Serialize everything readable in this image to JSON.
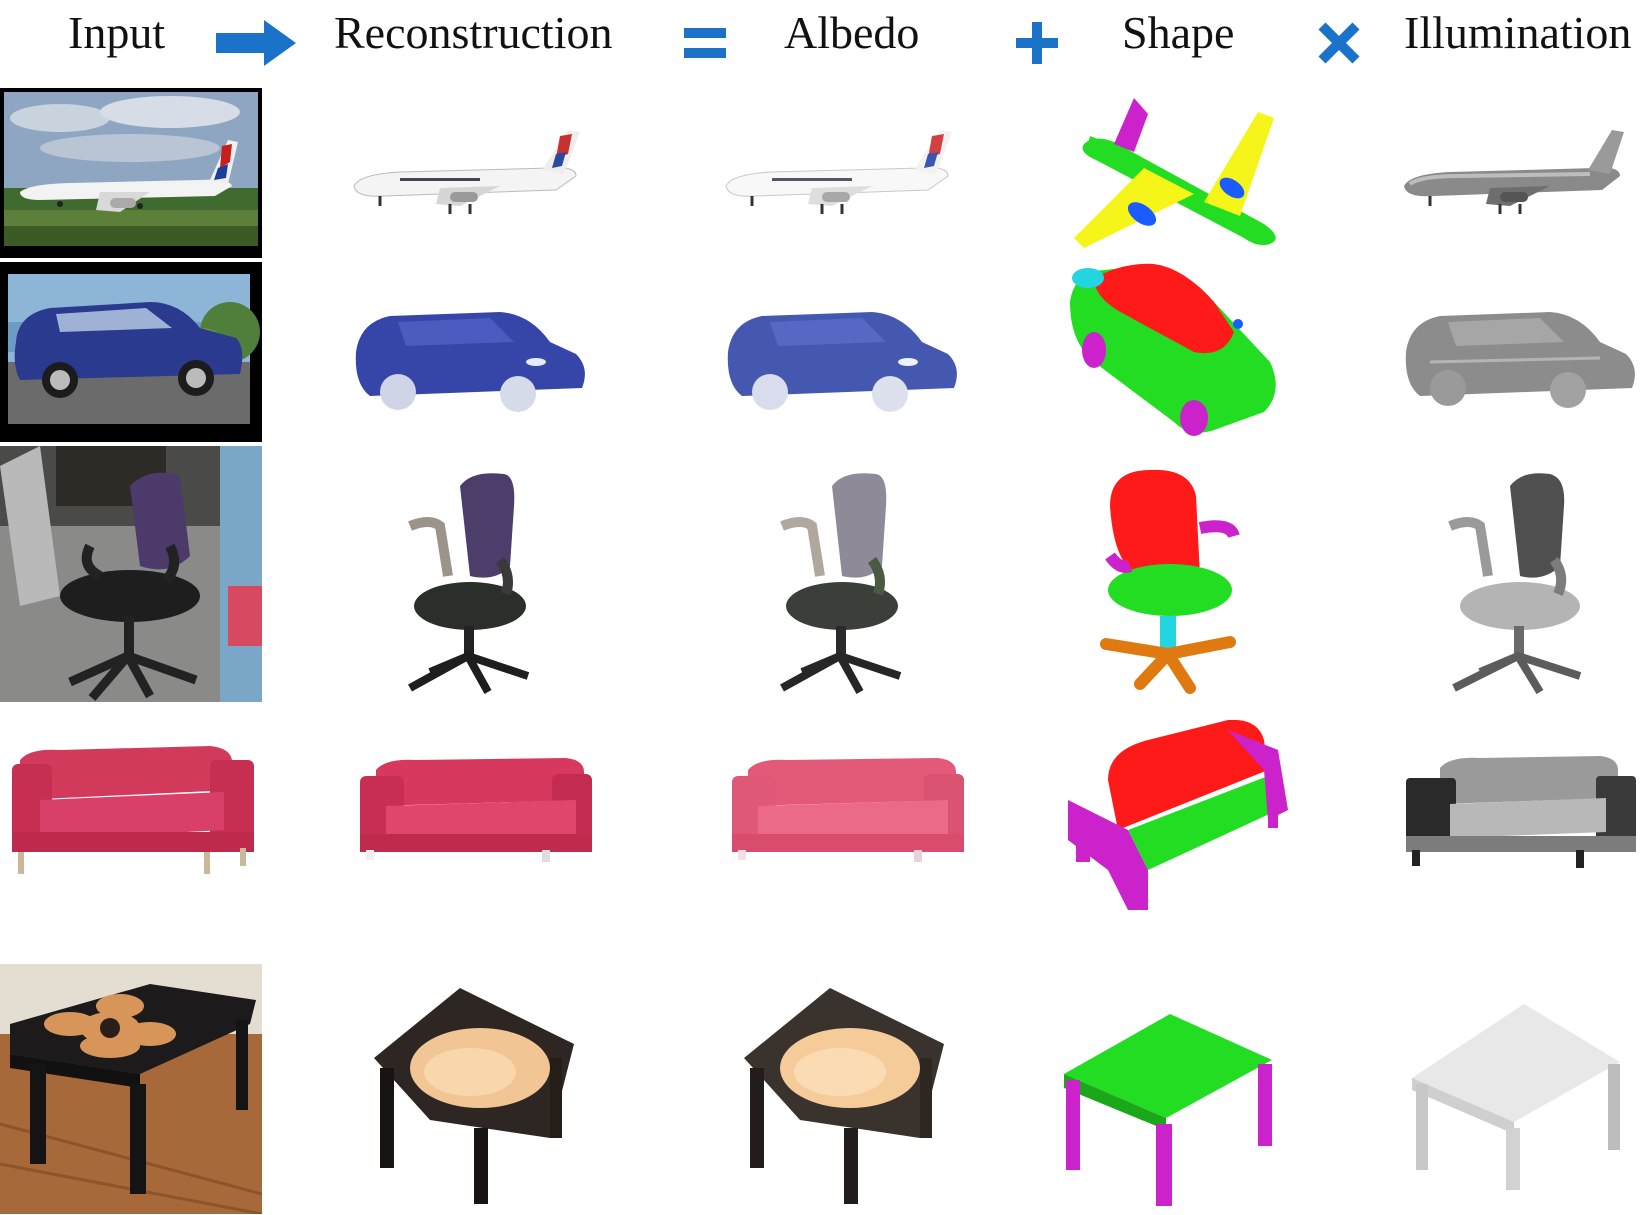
{
  "header": {
    "labels": {
      "input": "Input",
      "reconstruction": "Reconstruction",
      "albedo": "Albedo",
      "shape": "Shape",
      "illumination": "Illumination"
    },
    "operators": [
      {
        "name": "arrow",
        "color": "#1a73c8"
      },
      {
        "name": "equals",
        "color": "#1a73c8"
      },
      {
        "name": "plus",
        "color": "#1a73c8"
      },
      {
        "name": "times",
        "color": "#1a73c8"
      }
    ]
  },
  "rows": [
    {
      "object": "airplane"
    },
    {
      "object": "car"
    },
    {
      "object": "chair"
    },
    {
      "object": "sofa"
    },
    {
      "object": "table"
    }
  ],
  "colors": {
    "accent": "#1a73c8",
    "shape_red": "#ff1a1a",
    "shape_green": "#22dd22",
    "shape_yellow": "#f5f51a",
    "shape_magenta": "#cc22cc",
    "shape_blue": "#1a5cff",
    "shape_cyan": "#22d5e0",
    "shape_orange": "#e07a10"
  }
}
